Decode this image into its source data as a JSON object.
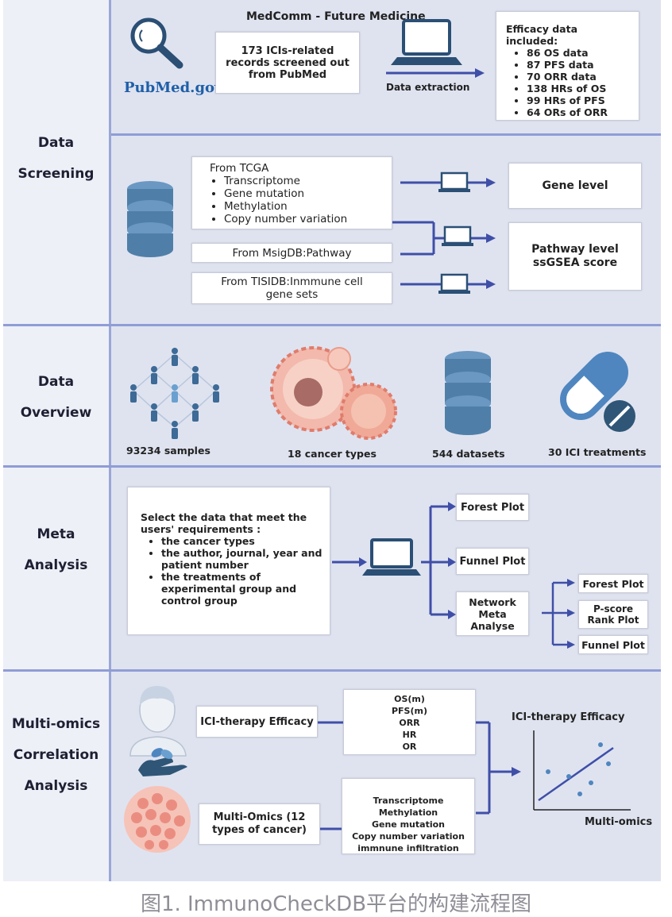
{
  "header": {
    "journal": "MedComm - Future Medicine"
  },
  "sections": [
    {
      "label_lines": [
        "Data",
        "Screening"
      ]
    },
    {
      "label_lines": [
        "Data",
        "Overview"
      ]
    },
    {
      "label_lines": [
        "Meta",
        "Analysis"
      ]
    },
    {
      "label_lines": [
        "Multi-omics",
        "Correlation",
        "Analysis"
      ]
    }
  ],
  "screening": {
    "pubmed_logo": "PubMed.gov",
    "records_lines": [
      "173 ICIs-related",
      "records screened out",
      "from PubMed"
    ],
    "extraction_label": "Data extraction",
    "efficacy_title": "Efficacy data included:",
    "efficacy_items": [
      "86 OS data",
      "87 PFS data",
      "70 ORR data",
      "138 HRs of OS",
      "99 HRs of PFS",
      "64 ORs of ORR"
    ],
    "tcga_title": "From TCGA",
    "tcga_items": [
      "Transcriptome",
      "Gene mutation",
      "Methylation",
      "Copy number variation"
    ],
    "msigdb": "From MsigDB:Pathway",
    "tisidb_lines": [
      "From TISIDB:Inmmune cell",
      "gene sets"
    ],
    "gene_level": "Gene level",
    "pathway_lines": [
      "Pathway level",
      "ssGSEA score"
    ]
  },
  "overview": {
    "stats": [
      "93234 samples",
      "18 cancer types",
      "544 datasets",
      "30 ICI treatments"
    ]
  },
  "meta": {
    "select_lines": [
      "Select the data that meet the",
      "users' requirements :"
    ],
    "select_items": [
      "the cancer types",
      "the author,  journal, year and patient number",
      "the treatments of experimental group and control group"
    ],
    "forest": "Forest Plot",
    "funnel": "Funnel Plot",
    "network_lines": [
      "Network",
      "Meta",
      "Analyse"
    ],
    "forest2": "Forest Plot",
    "pscore_lines": [
      "P-score",
      "Rank Plot"
    ],
    "funnel2": "Funnel Plot"
  },
  "multiomics": {
    "ici_efficacy": "ICI-therapy Efficacy",
    "efficacy_items": [
      "OS(m)",
      "PFS(m)",
      "ORR",
      "HR",
      "OR"
    ],
    "multi_lines": [
      "Multi-Omics (12",
      "types of cancer)"
    ],
    "omics_items": [
      "Transcriptome",
      "Methylation",
      "Gene mutation",
      "Copy number variation",
      "immnune infiltration"
    ],
    "plot_title": "ICI-therapy Efficacy",
    "plot_xlabel": "Multi-omics"
  },
  "caption": "图1. ImmunoCheckDB平台的构建流程图",
  "colors": {
    "arrow": "#3f4fa8",
    "divider": "#8f9dd6",
    "panel": "#dfe3f0",
    "db": "#4f7fa8"
  }
}
